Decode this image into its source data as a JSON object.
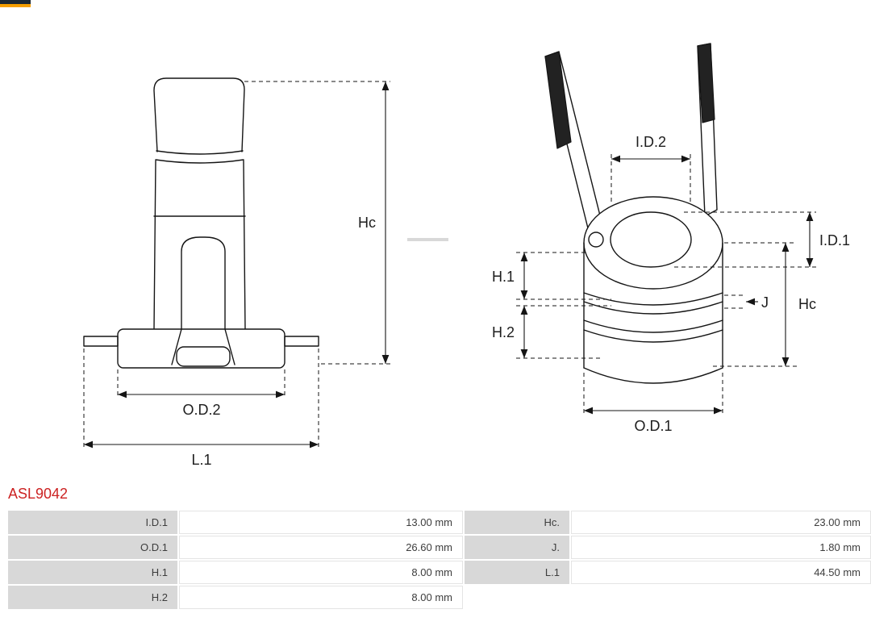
{
  "page": {
    "part_number": "ASL9042",
    "accent_color": "#cc2222",
    "logo_colors": {
      "dark": "#1b2733",
      "orange": "#f59e00"
    }
  },
  "drawings": {
    "left_view": {
      "hc_label": "Hc",
      "od2_label": "O.D.2",
      "l1_label": "L.1"
    },
    "right_view": {
      "id2_label": "I.D.2",
      "id1_label": "I.D.1",
      "h1_label": "H.1",
      "h2_label": "H.2",
      "j_label": "J",
      "hc_label": "Hc",
      "od1_label": "O.D.1"
    }
  },
  "table": {
    "rows": [
      {
        "l1": "I.D.1",
        "v1": "13.00 mm",
        "l2": "Hc.",
        "v2": "23.00 mm"
      },
      {
        "l1": "O.D.1",
        "v1": "26.60 mm",
        "l2": "J.",
        "v2": "1.80 mm"
      },
      {
        "l1": "H.1",
        "v1": "8.00 mm",
        "l2": "L.1",
        "v2": "44.50 mm"
      },
      {
        "l1": "H.2",
        "v1": "8.00 mm",
        "l2": "",
        "v2": ""
      }
    ]
  }
}
